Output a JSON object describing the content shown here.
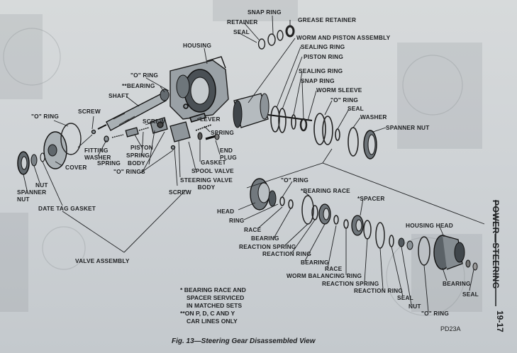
{
  "labels": {
    "snap_ring_top": "SNAP RING",
    "grease_retainer": "GREASE RETAINER",
    "retainer": "RETAINER",
    "seal_top": "SEAL",
    "worm_piston_assembly": "WORM AND PISTON ASSEMBLY",
    "sealing_ring_1": "SEALING RING",
    "piston_ring": "PISTON RING",
    "sealing_ring_2": "SEALING RING",
    "snap_ring_2": "SNAP RING",
    "worm_sleeve": "WORM SLEEVE",
    "o_ring_sleeve": "\"O\" RING",
    "seal_sleeve": "SEAL",
    "washer": "WASHER",
    "spanner_nut_right": "SPANNER NUT",
    "housing": "HOUSING",
    "o_ring_housing": "\"O\" RING",
    "bearing_shaft": "**BEARING",
    "shaft": "SHAFT",
    "lever": "LEVER",
    "spring_lever": "SPRING",
    "screw_top": "SCREW",
    "screw_valve": "SCREW",
    "o_ring_cover": "\"O\" RING",
    "fitting_washer": "FITTING WASHER",
    "spring_fitting": "SPRING",
    "piston_valve": "PISTON",
    "spring_valve": "SPRING",
    "body": "BODY",
    "o_rings": "\"O\" RINGS",
    "end_plug": "END PLUG",
    "gasket": "GASKET",
    "spool_valve": "SPOOL VALVE",
    "steering_valve_body": "STEERING VALVE BODY",
    "screw_bottom": "SCREW",
    "cover": "COVER",
    "nut": "NUT",
    "spanner_nut_left": "SPANNER NUT",
    "date_tag_gasket": "DATE TAG GASKET",
    "valve_assembly": "VALVE ASSEMBLY",
    "o_ring_head": "\"O\" RING",
    "bearing_race_star": "*BEARING RACE",
    "spacer_star": "*SPACER",
    "head": "HEAD",
    "ring": "RING",
    "race_1": "RACE",
    "bearing_1": "BEARING",
    "reaction_spring_1": "REACTION SPRING",
    "reaction_ring_1": "REACTION RING",
    "bearing_2": "BEARING",
    "race_2": "RACE",
    "worm_balancing_ring": "WORM BALANCING RING",
    "reaction_spring_2": "REACTION SPRING",
    "reaction_ring_2": "REACTION RING",
    "seal_lower": "SEAL",
    "nut_lower": "NUT",
    "o_ring_lower": "\"O\" RING",
    "housing_head": "HOUSING HEAD",
    "bearing_right": "BEARING",
    "seal_right": "SEAL"
  },
  "notes": {
    "line1": "* BEARING RACE AND",
    "line2": "SPACER SERVICED",
    "line3": "IN MATCHED SETS",
    "line4": "**ON P, D, C AND Y",
    "line5": "CAR LINES ONLY"
  },
  "caption": "Fig. 13—Steering Gear Disassembled View",
  "figure_code": "PD23A",
  "side_title": "POWER—STEERING",
  "page_number": "19-17"
}
